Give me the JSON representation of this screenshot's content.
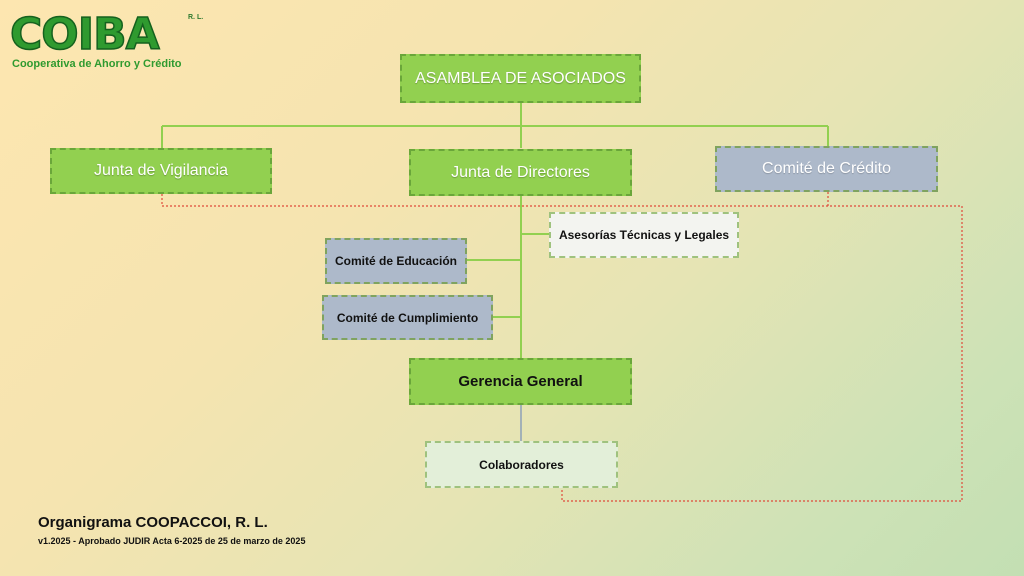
{
  "logo": {
    "brand": "COIBA",
    "suffix": "R. L.",
    "tagline": "Cooperativa de Ahorro y Crédito"
  },
  "org": {
    "asamblea": "ASAMBLEA DE ASOCIADOS",
    "vigilancia": "Junta de Vigilancia",
    "directores": "Junta de Directores",
    "credito": "Comité de Crédito",
    "asesorias": "Asesorías Técnicas y Legales",
    "educacion": "Comité de Educación",
    "cumplimiento": "Comité de Cumplimiento",
    "gerencia": "Gerencia General",
    "colaboradores": "Colaboradores"
  },
  "footer": {
    "title": "Organigrama COOPACCOI, R. L.",
    "subtitle": "v1.2025 -  Aprobado JUDIR Acta 6-2025 de 25 de marzo de 2025"
  },
  "colors": {
    "green_box": "#92d050",
    "gray_box": "#adb9ca",
    "light_box": "#e3efd9",
    "connector": "#92d050",
    "dotted_connector": "#e04a3a",
    "logo_green": "#2f9a2f"
  }
}
